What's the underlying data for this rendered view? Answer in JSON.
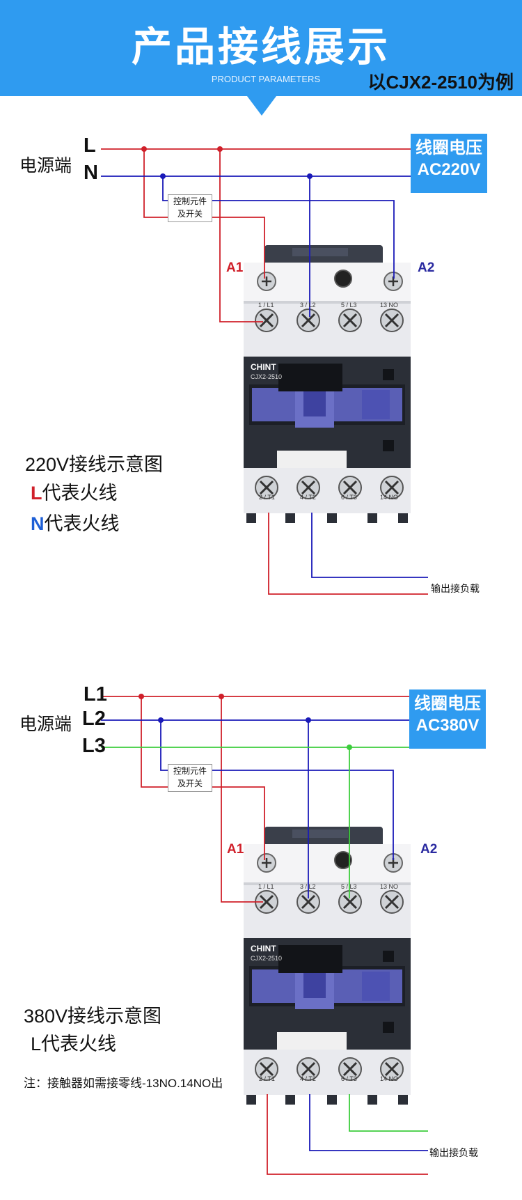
{
  "header": {
    "title": "产品接线展示",
    "subtitle": "PRODUCT PARAMETERS",
    "example": "以CJX2-2510为例"
  },
  "diagram_220": {
    "power_label": "电源端",
    "line_L": "L",
    "line_N": "N",
    "coil_line1": "线圈电压",
    "coil_line2": "AC220V",
    "control_line1": "控制元件",
    "control_line2": "及开关",
    "a1": "A1",
    "a2": "A2",
    "caption": "220V接线示意图",
    "legend_L_letter": "L",
    "legend_L_text": "代表火线",
    "legend_N_letter": "N",
    "legend_N_text": "代表火线",
    "output": "输出接负载"
  },
  "diagram_380": {
    "power_label": "电源端",
    "line_L1": "L1",
    "line_L2": "L2",
    "line_L3": "L3",
    "coil_line1": "线圈电压",
    "coil_line2": "AC380V",
    "control_line1": "控制元件",
    "control_line2": "及开关",
    "a1": "A1",
    "a2": "A2",
    "caption": "380V接线示意图",
    "legend_L": "L代表火线",
    "note": "注：接触器如需接零线-13NO.14NO出",
    "output": "输出接负载"
  },
  "contactor": {
    "brand": "CHINT",
    "model": "CJX2-2510",
    "top_terminals": [
      "1 / L1",
      "3 / L2",
      "5 / L3",
      "13 NO"
    ],
    "bottom_terminals": [
      "2 / T1",
      "4 / T2",
      "6 / T3",
      "14 NO"
    ]
  },
  "colors": {
    "banner": "#2f9bf0",
    "live_red": "#d0202a",
    "neutral_blue": "#1a1ab8",
    "phase_green": "#3ccd3c"
  }
}
